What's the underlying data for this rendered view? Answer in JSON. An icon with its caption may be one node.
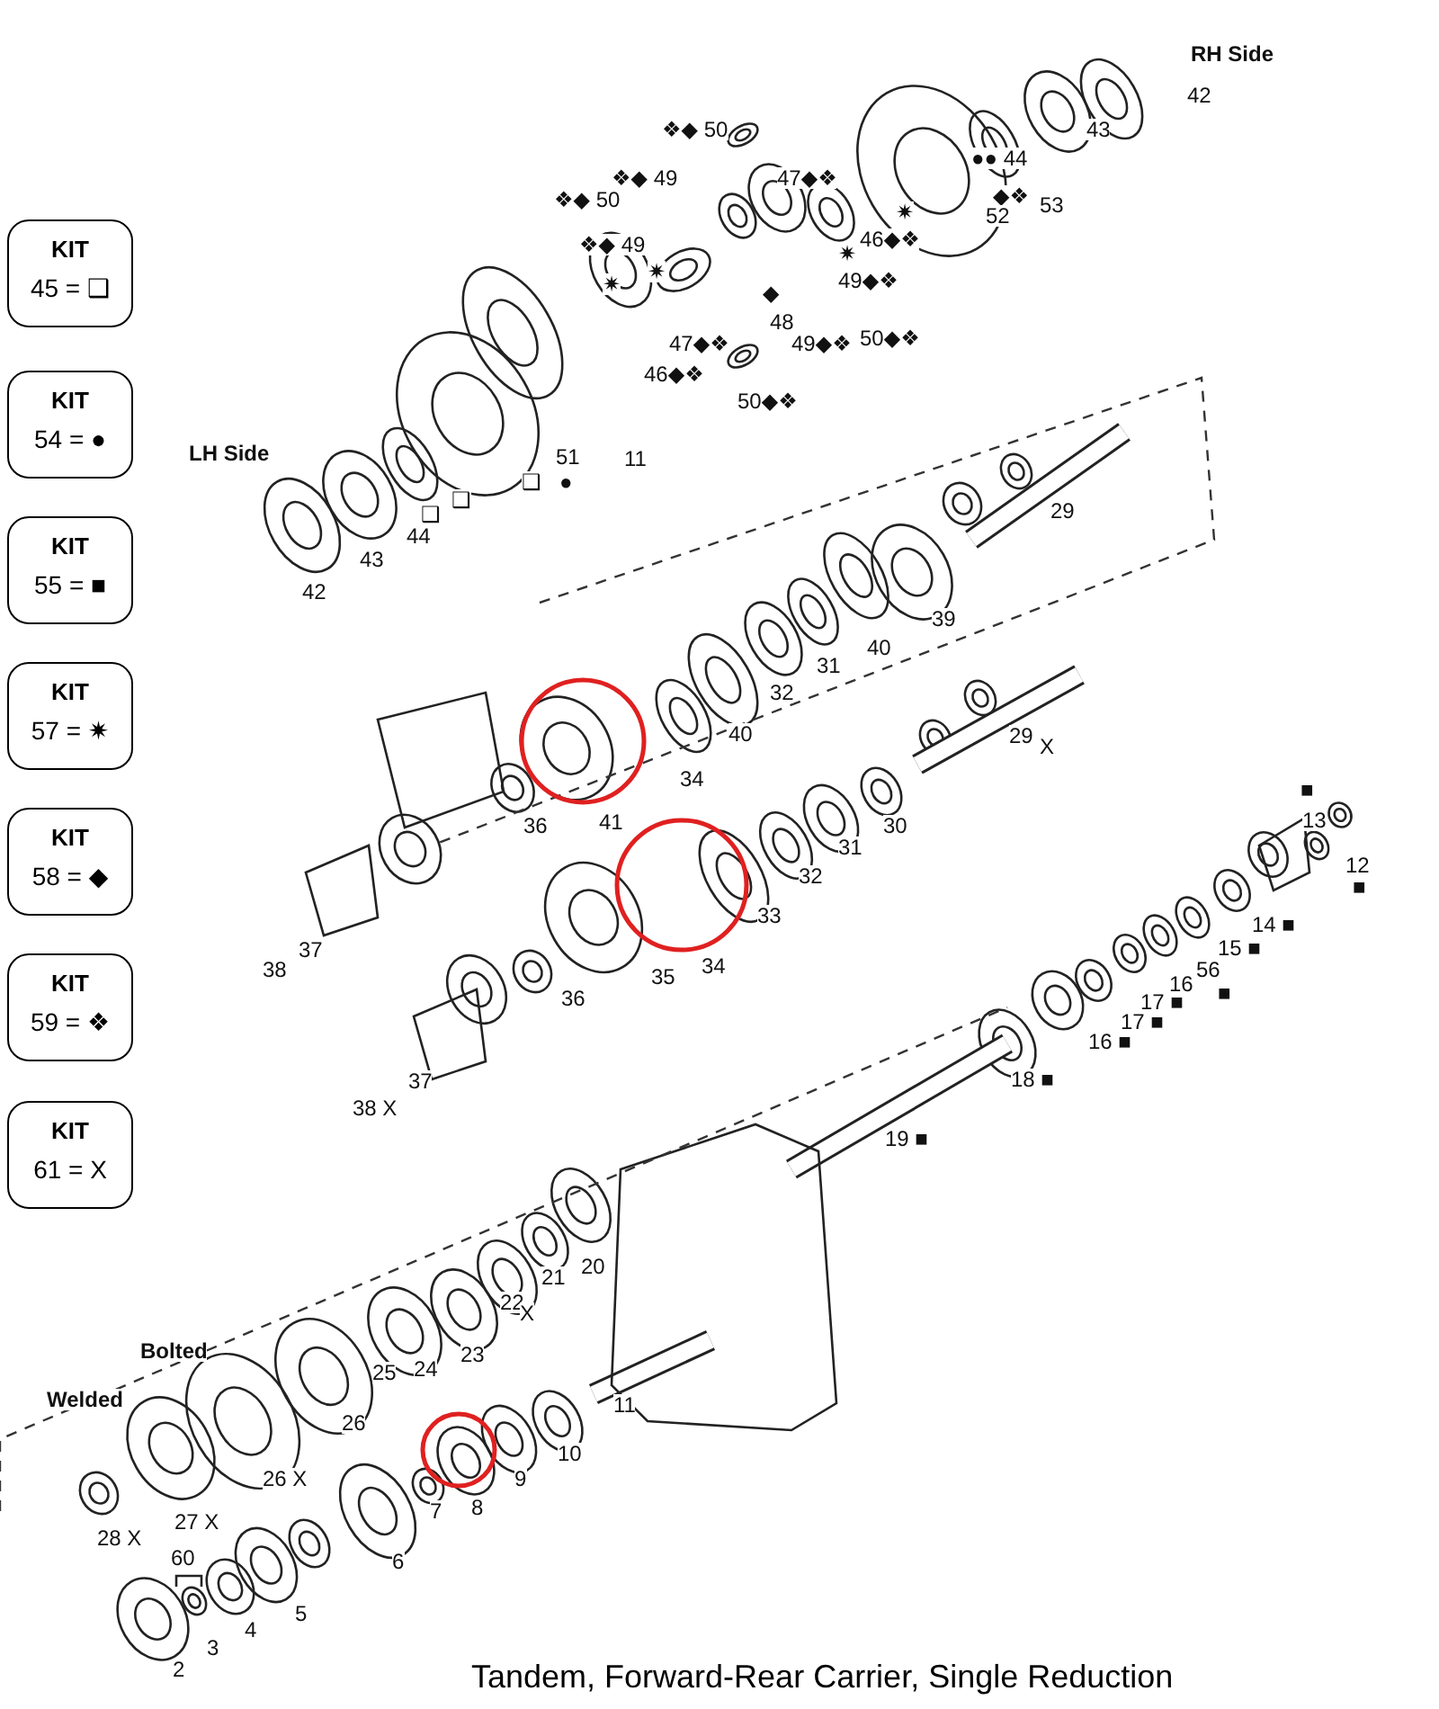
{
  "diagram": {
    "caption": "Tandem, Forward-Rear Carrier, Single Reduction",
    "nodes": [
      {
        "text": [
          "KIT",
          "45 = ❑"
        ]
      },
      {
        "text": [
          "KIT",
          "54 = ●"
        ]
      },
      {
        "text": [
          "KIT",
          "55 = ■"
        ]
      },
      {
        "text": [
          "KIT",
          "57 = ✷"
        ]
      },
      {
        "text": [
          "KIT",
          "58 = ◆"
        ]
      },
      {
        "text": [
          "KIT",
          "59 = ❖"
        ]
      },
      {
        "text": [
          "KIT",
          "61 = X"
        ]
      }
    ],
    "labels": [
      "RH Side",
      "42",
      "43",
      "❖◆ 50",
      "●● 44",
      "❖◆ 49",
      "47◆❖",
      "◆❖",
      "53",
      "❖◆ 50",
      "✷",
      "52",
      "❖◆ 49",
      "46◆❖",
      "✷",
      "✷",
      "✷",
      "49◆❖",
      "◆",
      "48",
      "47◆❖",
      "49◆❖",
      "50◆❖",
      "46◆❖",
      "50◆❖",
      "LH Side",
      "51",
      "11",
      "❑",
      "●",
      "❑",
      "❑",
      "44",
      "43",
      "42",
      "29",
      "39",
      "40",
      "31",
      "32",
      "40",
      "34",
      "41",
      "36",
      "29",
      "X",
      "30",
      "■",
      "13",
      "12",
      "■",
      "31",
      "32",
      "14 ■",
      "33",
      "15 ■",
      "34",
      "35",
      "16",
      "56",
      "■",
      "17 ■",
      "37",
      "38",
      "36",
      "17 ■",
      "16 ■",
      "18 ■",
      "37",
      "38 X",
      "19 ■",
      "20",
      "21",
      "22",
      "X",
      "23",
      "24",
      "25",
      "11",
      "26",
      "10",
      "9",
      "Bolted",
      "8",
      "7",
      "Welded",
      "26 X",
      "27 X",
      "28 X",
      "6",
      "60",
      "5",
      "4",
      "3",
      "2"
    ]
  }
}
